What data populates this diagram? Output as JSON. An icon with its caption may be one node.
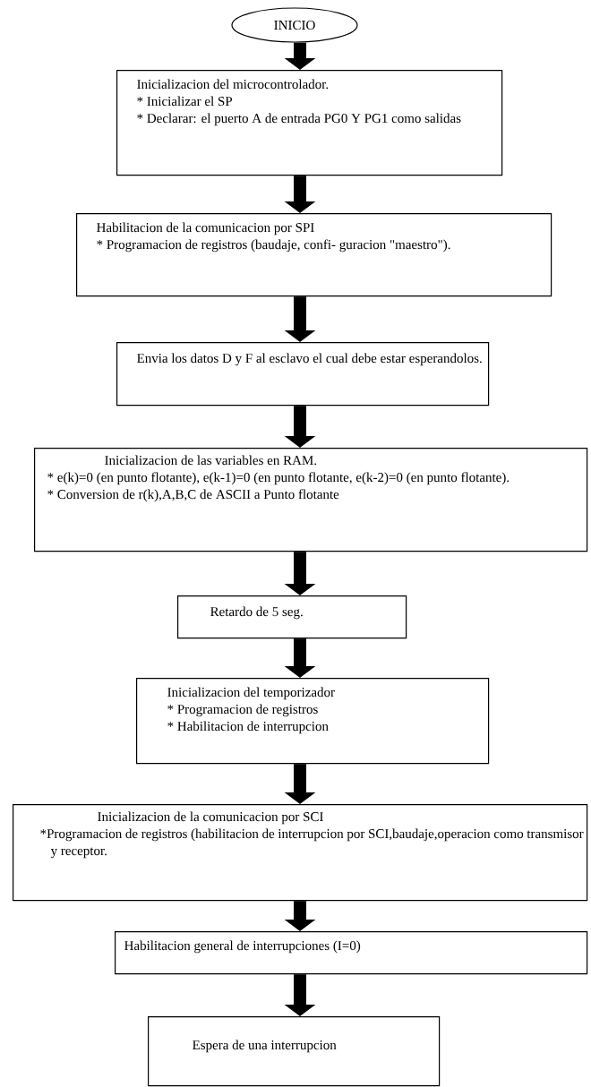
{
  "diagram": {
    "nodes": [
      {
        "text": [
          "INICIO"
        ]
      },
      {
        "text": [
          "Inicializacion del microcontrolador.",
          "* Inicializar el SP",
          "* Declarar: el puerto A de entrada PG0 Y PG1 como salidas"
        ]
      },
      {
        "text": [
          "Habilitacion de la comunicacion por SPI",
          "* Programacion de registros (baudaje, confi- guracion \"maestro\")."
        ]
      },
      {
        "text": [
          "Envia los datos D y F al esclavo el cual debe estar esperandolos."
        ]
      },
      {
        "text": [
          "Inicializacion de las variables en RAM.",
          "* e(k)=0 (en punto flotante), e(k-1)=0 (en punto flotante, e(k-2)=0 (en punto flotante).",
          "* Conversion de r(k),A,B,C de ASCII a Punto flotante"
        ]
      },
      {
        "text": [
          "Retardo de 5 seg."
        ]
      },
      {
        "text": [
          "Inicializacion del temporizador",
          "* Programacion de registros",
          "* Habilitacion de interrupcion"
        ]
      },
      {
        "text": [
          "Inicializacion de la comunicacion por SCI",
          "*Programacion de registros (habilitacion de interrupcion por SCI,baudaje,operacion como transmisor y receptor."
        ]
      },
      {
        "text": [
          "Habilitacion general de interrupciones (I=0)"
        ]
      },
      {
        "text": [
          "Espera de una interrupcion"
        ]
      }
    ],
    "edges": [
      {
        "from": 0,
        "to": 1,
        "arrow": "to"
      },
      {
        "from": 1,
        "to": 2,
        "arrow": "to"
      },
      {
        "from": 2,
        "to": 3,
        "arrow": "to"
      },
      {
        "from": 3,
        "to": 4,
        "arrow": "to"
      },
      {
        "from": 4,
        "to": 5,
        "arrow": "to"
      },
      {
        "from": 5,
        "to": 6,
        "arrow": "to"
      },
      {
        "from": 6,
        "to": 7,
        "arrow": "to"
      },
      {
        "from": 7,
        "to": 8,
        "arrow": "to"
      },
      {
        "from": 8,
        "to": 9,
        "arrow": "to"
      }
    ]
  }
}
